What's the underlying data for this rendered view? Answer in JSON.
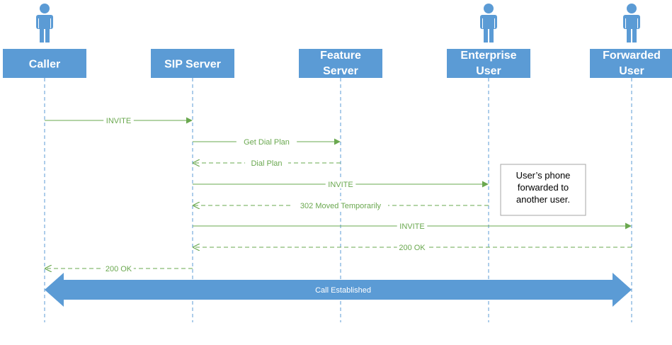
{
  "participants": [
    {
      "id": "caller",
      "lines": [
        "Caller"
      ],
      "has_actor": true
    },
    {
      "id": "sip-server",
      "lines": [
        "SIP Server"
      ],
      "has_actor": false
    },
    {
      "id": "feature-server",
      "lines": [
        "Feature",
        "Server"
      ],
      "has_actor": false
    },
    {
      "id": "enterprise-user",
      "lines": [
        "Enterprise",
        "User"
      ],
      "has_actor": true
    },
    {
      "id": "forwarded-user",
      "lines": [
        "Forwarded",
        "User"
      ],
      "has_actor": true
    }
  ],
  "messages": [
    {
      "label": "INVITE",
      "from": "caller",
      "to": "sip-server",
      "style": "solid"
    },
    {
      "label": "Get Dial Plan",
      "from": "sip-server",
      "to": "feature-server",
      "style": "solid"
    },
    {
      "label": "Dial Plan",
      "from": "feature-server",
      "to": "sip-server",
      "style": "dashed"
    },
    {
      "label": "INVITE",
      "from": "sip-server",
      "to": "enterprise-user",
      "style": "solid"
    },
    {
      "label": "302 Moved Temporarily",
      "from": "enterprise-user",
      "to": "sip-server",
      "style": "dashed"
    },
    {
      "label": "INVITE",
      "from": "sip-server",
      "to": "forwarded-user",
      "style": "solid"
    },
    {
      "label": "200 OK",
      "from": "forwarded-user",
      "to": "sip-server",
      "style": "dashed"
    },
    {
      "label": "200 OK",
      "from": "sip-server",
      "to": "caller",
      "style": "dashed"
    }
  ],
  "note": {
    "lines": [
      "User’s phone",
      "forwarded to",
      "another user."
    ]
  },
  "established": {
    "label": "Call Established",
    "from": "caller",
    "to": "forwarded-user"
  },
  "colors": {
    "header_fill": "#5b9bd5",
    "lifeline": "#5b9bd5",
    "message": "#6aa84f",
    "band": "#5b9bd5",
    "note_border": "#a6a6a6"
  }
}
